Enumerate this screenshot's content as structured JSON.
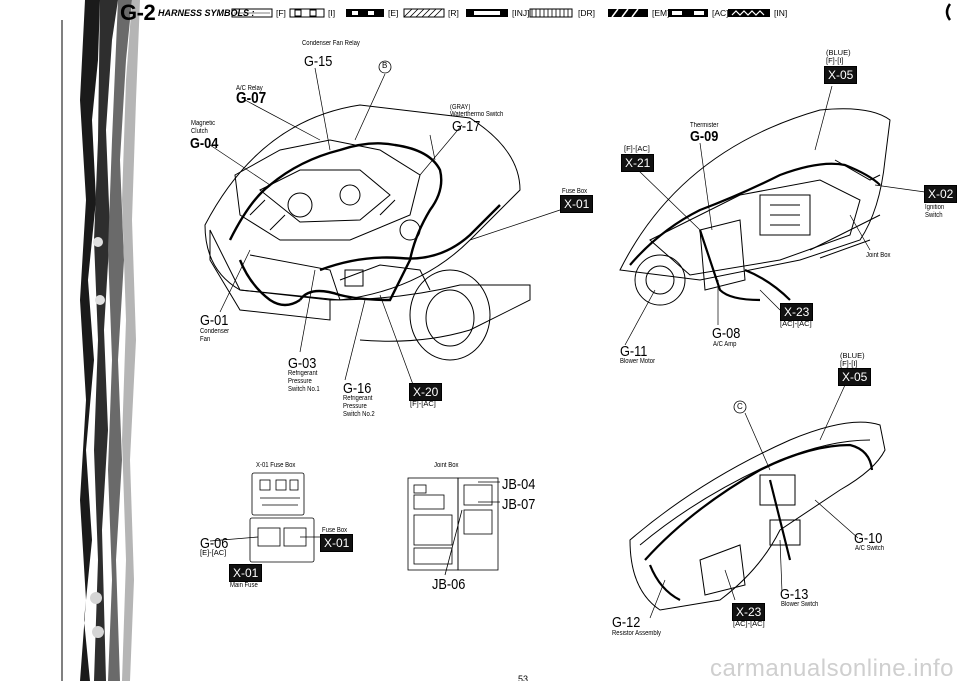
{
  "header": {
    "title": "G-2",
    "symbols_label": "HARNESS SYMBOLS :",
    "symbols": [
      "[F]",
      "[I]",
      "[E]",
      "[R]",
      "[INJ]",
      "[DR]",
      "[EM]",
      "[AC]",
      "[IN]"
    ]
  },
  "engine_bay": {
    "condenser_fan_relay": {
      "desc": "Condenser Fan Relay",
      "code": "G-15"
    },
    "circle_b": "B",
    "ac_relay": {
      "desc": "A/C Relay",
      "code": "G-07"
    },
    "magnetic_clutch": {
      "desc": "Magnetic Clutch",
      "code": "G-04"
    },
    "water_thermo": {
      "color": "(GRAY)",
      "desc": "Waterthermo Switch",
      "code": "G-17"
    },
    "fuse_box": {
      "desc": "Fuse Box",
      "connector": "X-01"
    },
    "condenser_fan": {
      "code": "G-01",
      "desc": "Condenser Fan"
    },
    "pressure_switch_1": {
      "code": "G-03",
      "desc": "Refrigerant Pressure Switch No.1"
    },
    "pressure_switch_2": {
      "code": "G-16",
      "desc": "Refrigerant Pressure Switch No.2"
    },
    "connector_x20": {
      "code": "X-20",
      "tag": "[F]-[AC]"
    }
  },
  "dash_upper": {
    "x05": {
      "color": "(BLUE)",
      "tag": "[F]-[I]",
      "code": "X-05"
    },
    "thermister": {
      "desc": "Thermister",
      "code": "G-09"
    },
    "x21": {
      "tag": "[F]-[AC]",
      "code": "X-21"
    },
    "x02": {
      "code": "X-02"
    },
    "ignition_switch": "Ignition Switch",
    "joint_box": "Joint Box",
    "x23": {
      "code": "X-23",
      "tag": "[AC]-[AC]"
    },
    "ac_amp": {
      "code": "G-08",
      "desc": "A/C Amp"
    },
    "blower_motor": {
      "code": "G-11",
      "desc": "Blower Motor"
    }
  },
  "fuse_detail": {
    "title": "X-01 Fuse Box",
    "fuse_box_label": "Fuse Box",
    "x01_right": "X-01",
    "g06": {
      "code": "G-06",
      "tag": "[E]-[AC]"
    },
    "x01_bottom": "X-01",
    "main_fuse": "Main Fuse"
  },
  "joint_box_detail": {
    "title": "Joint Box",
    "jb04": "JB-04",
    "jb07": "JB-07",
    "jb06": "JB-06"
  },
  "dash_lower": {
    "x05": {
      "color": "(BLUE)",
      "tag": "[F]-[I]",
      "code": "X-05"
    },
    "circle_c": "C",
    "ac_switch": {
      "code": "G-10",
      "desc": "A/C Switch"
    },
    "blower_switch": {
      "code": "G-13",
      "desc": "Blower Switch"
    },
    "x23": {
      "code": "X-23",
      "tag": "[AC]-[AC]"
    },
    "resistor": {
      "code": "G-12",
      "desc": "Resistor Assembly"
    }
  },
  "footer": {
    "page_number": "53",
    "watermark": "carmanualsonline.info"
  }
}
